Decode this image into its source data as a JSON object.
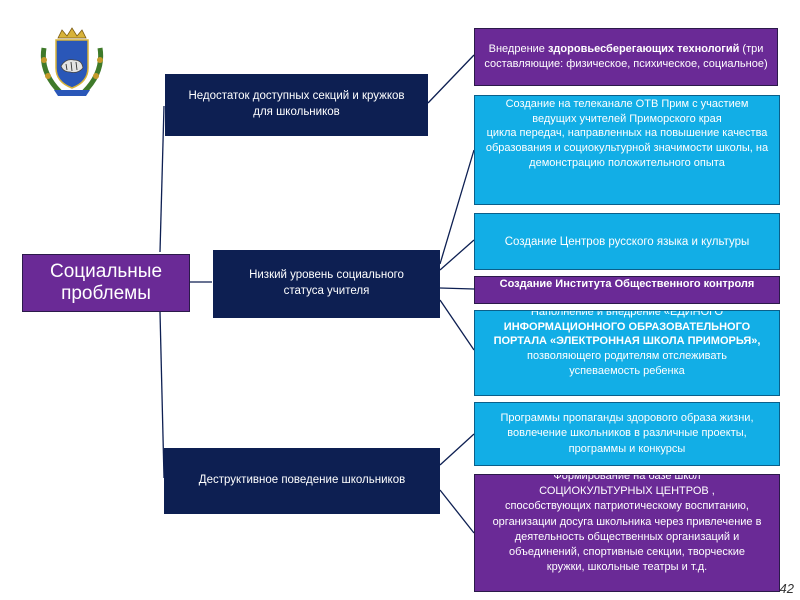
{
  "root": {
    "label_line1": "Социальные",
    "label_line2": "проблемы"
  },
  "problems": [
    {
      "label": "Недостаток доступных секций и кружков для школьников"
    },
    {
      "label": "Низкий уровень социального статуса учителя"
    },
    {
      "label": "Деструктивное поведение школьников"
    }
  ],
  "solutions": {
    "s1": {
      "p1": "Внедрение ",
      "bold1": "здоровьесберегающих технологий",
      "p2": " (три составляющие: физическое, психическое, социальное)"
    },
    "s2": {
      "l1": "Создание на телеканале ОТВ Прим с участием ведущих учителей Приморского края",
      "l2": "цикла передач, направленных на повышение качества образования и социокультурной значимости школы, на демонстрацию положительного опыта"
    },
    "s3": {
      "label": "Создание Центров русского языка и культуры"
    },
    "s4": {
      "label": "Создание Института Общественного контроля"
    },
    "s5": {
      "l1": "Наполнение и внедрение «ЕДИНОГО",
      "bold": "ИНФОРМАЦИОННОГО ОБРАЗОВАТЕЛЬНОГО ПОРТАЛА «ЭЛЕКТРОННАЯ ШКОЛА ПРИМОРЬЯ»,",
      "l3": "позволяющего родителям отслеживать успеваемость ребенка"
    },
    "s6": {
      "label": "Программы пропаганды здорового образа жизни, вовлечение школьников в различные проекты, программы и конкурсы"
    },
    "s7": {
      "l1": "Формирование на базе школ",
      "l2": "СОЦИОКУЛЬТУРНЫХ ЦЕНТРОВ ,",
      "l3": "способствующих патриотическому воспитанию, организации досуга школьника через привлечение в деятельность общественных организаций и объединений, спортивные секции, творческие кружки, школьные театры и т.д."
    }
  },
  "page_number": "42",
  "colors": {
    "navy": "#0d1f52",
    "purple": "#6a2a96",
    "cyan": "#12aee6",
    "connector": "#0d1f52"
  },
  "logo": {
    "icon": "coat-of-arms-icon"
  }
}
